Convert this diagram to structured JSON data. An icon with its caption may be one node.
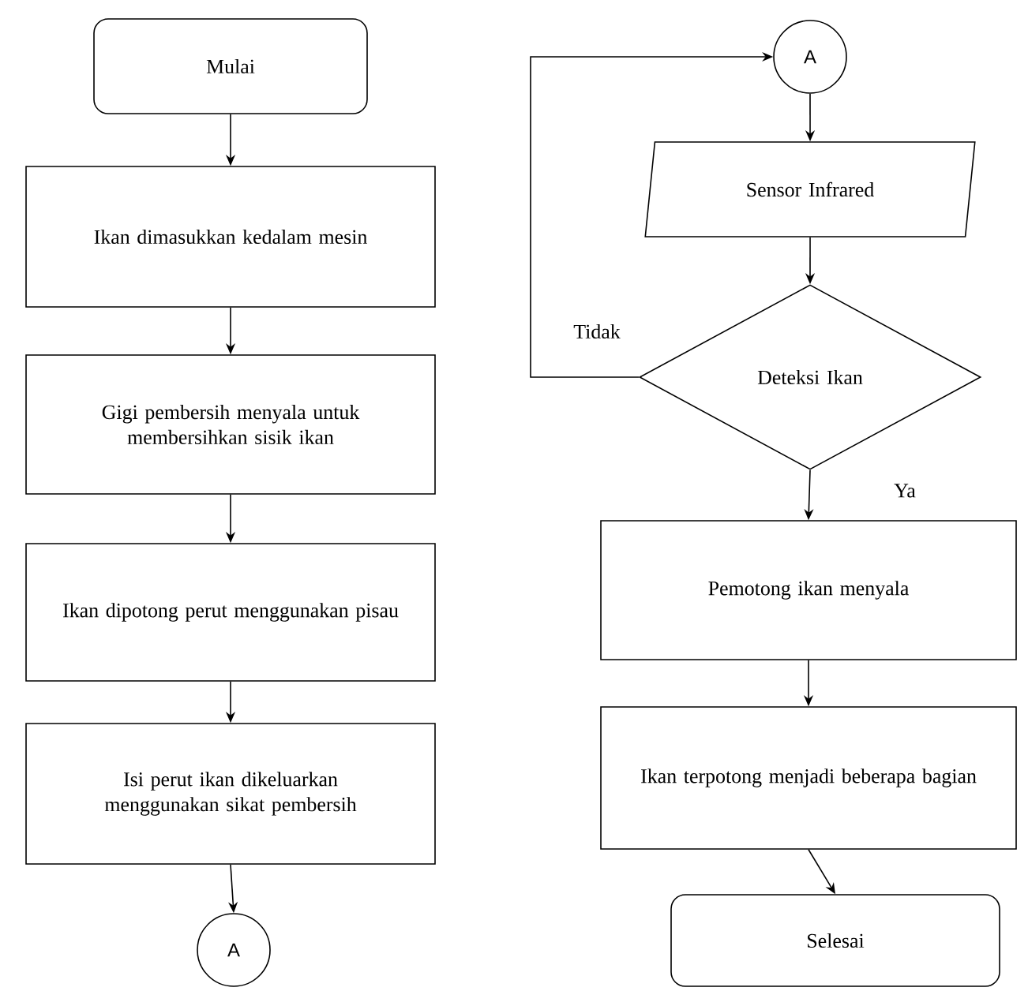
{
  "diagram": {
    "nodes": [
      {
        "text": [
          "Mulai"
        ]
      },
      {
        "text": [
          "Ikan dimasukkan kedalam mesin"
        ]
      },
      {
        "text": [
          "Gigi pembersih menyala untuk membersihkan sisik ikan"
        ]
      },
      {
        "text": [
          "Ikan dipotong perut menggunakan pisau"
        ]
      },
      {
        "text": [
          "Isi perut ikan dikeluarkan menggunakan sikat pembersih"
        ]
      },
      {
        "text": [
          "A"
        ]
      },
      {
        "text": [
          "A"
        ]
      },
      {
        "text": [
          "Sensor Infrared"
        ]
      },
      {
        "text": [
          "Deteksi Ikan"
        ]
      },
      {
        "text": [
          "Pemotong ikan menyala"
        ]
      },
      {
        "text": [
          "Ikan terpotong menjadi beberapa bagian"
        ]
      },
      {
        "text": [
          "Selesai"
        ]
      }
    ],
    "edges": [
      {
        "from": 0,
        "to": 1,
        "arrow": "to"
      },
      {
        "from": 1,
        "to": 2,
        "arrow": "to"
      },
      {
        "from": 2,
        "to": 3,
        "arrow": "to"
      },
      {
        "from": 3,
        "to": 4,
        "arrow": "to"
      },
      {
        "from": 4,
        "to": 5,
        "arrow": "to"
      },
      {
        "from": 6,
        "to": 7,
        "arrow": "to"
      },
      {
        "from": 7,
        "to": 8,
        "arrow": "to"
      },
      {
        "from": 8,
        "to": 9,
        "arrow": "to",
        "label": "Ya"
      },
      {
        "from": 8,
        "to": 6,
        "arrow": "to",
        "label": "Tidak"
      },
      {
        "from": 9,
        "to": 10,
        "arrow": "to"
      },
      {
        "from": 10,
        "to": 11,
        "arrow": "to"
      }
    ]
  }
}
